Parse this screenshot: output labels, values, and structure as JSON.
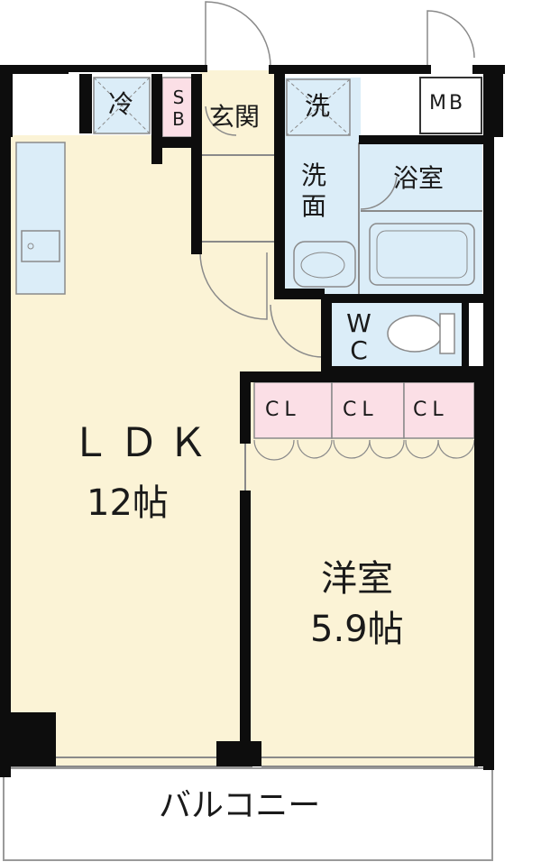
{
  "rooms": {
    "ldk": {
      "name": "ＬＤＫ",
      "size": "12帖"
    },
    "western": {
      "name": "洋室",
      "size": "5.9帖"
    },
    "entrance": "玄関",
    "washroom": "洗面",
    "bath": "浴室",
    "wc": "WC",
    "shoe_box": "SB",
    "fridge": "冷",
    "washer": "洗",
    "meter_box": "MB",
    "closets": [
      "CL",
      "CL",
      "CL"
    ],
    "balcony": "バルコニー"
  },
  "colors": {
    "floor": "#fbf3d6",
    "wet_area": "#dbedf8",
    "closet": "#fbdfe6",
    "wall": "#0d0d0d",
    "line": "#8a8a8a"
  }
}
